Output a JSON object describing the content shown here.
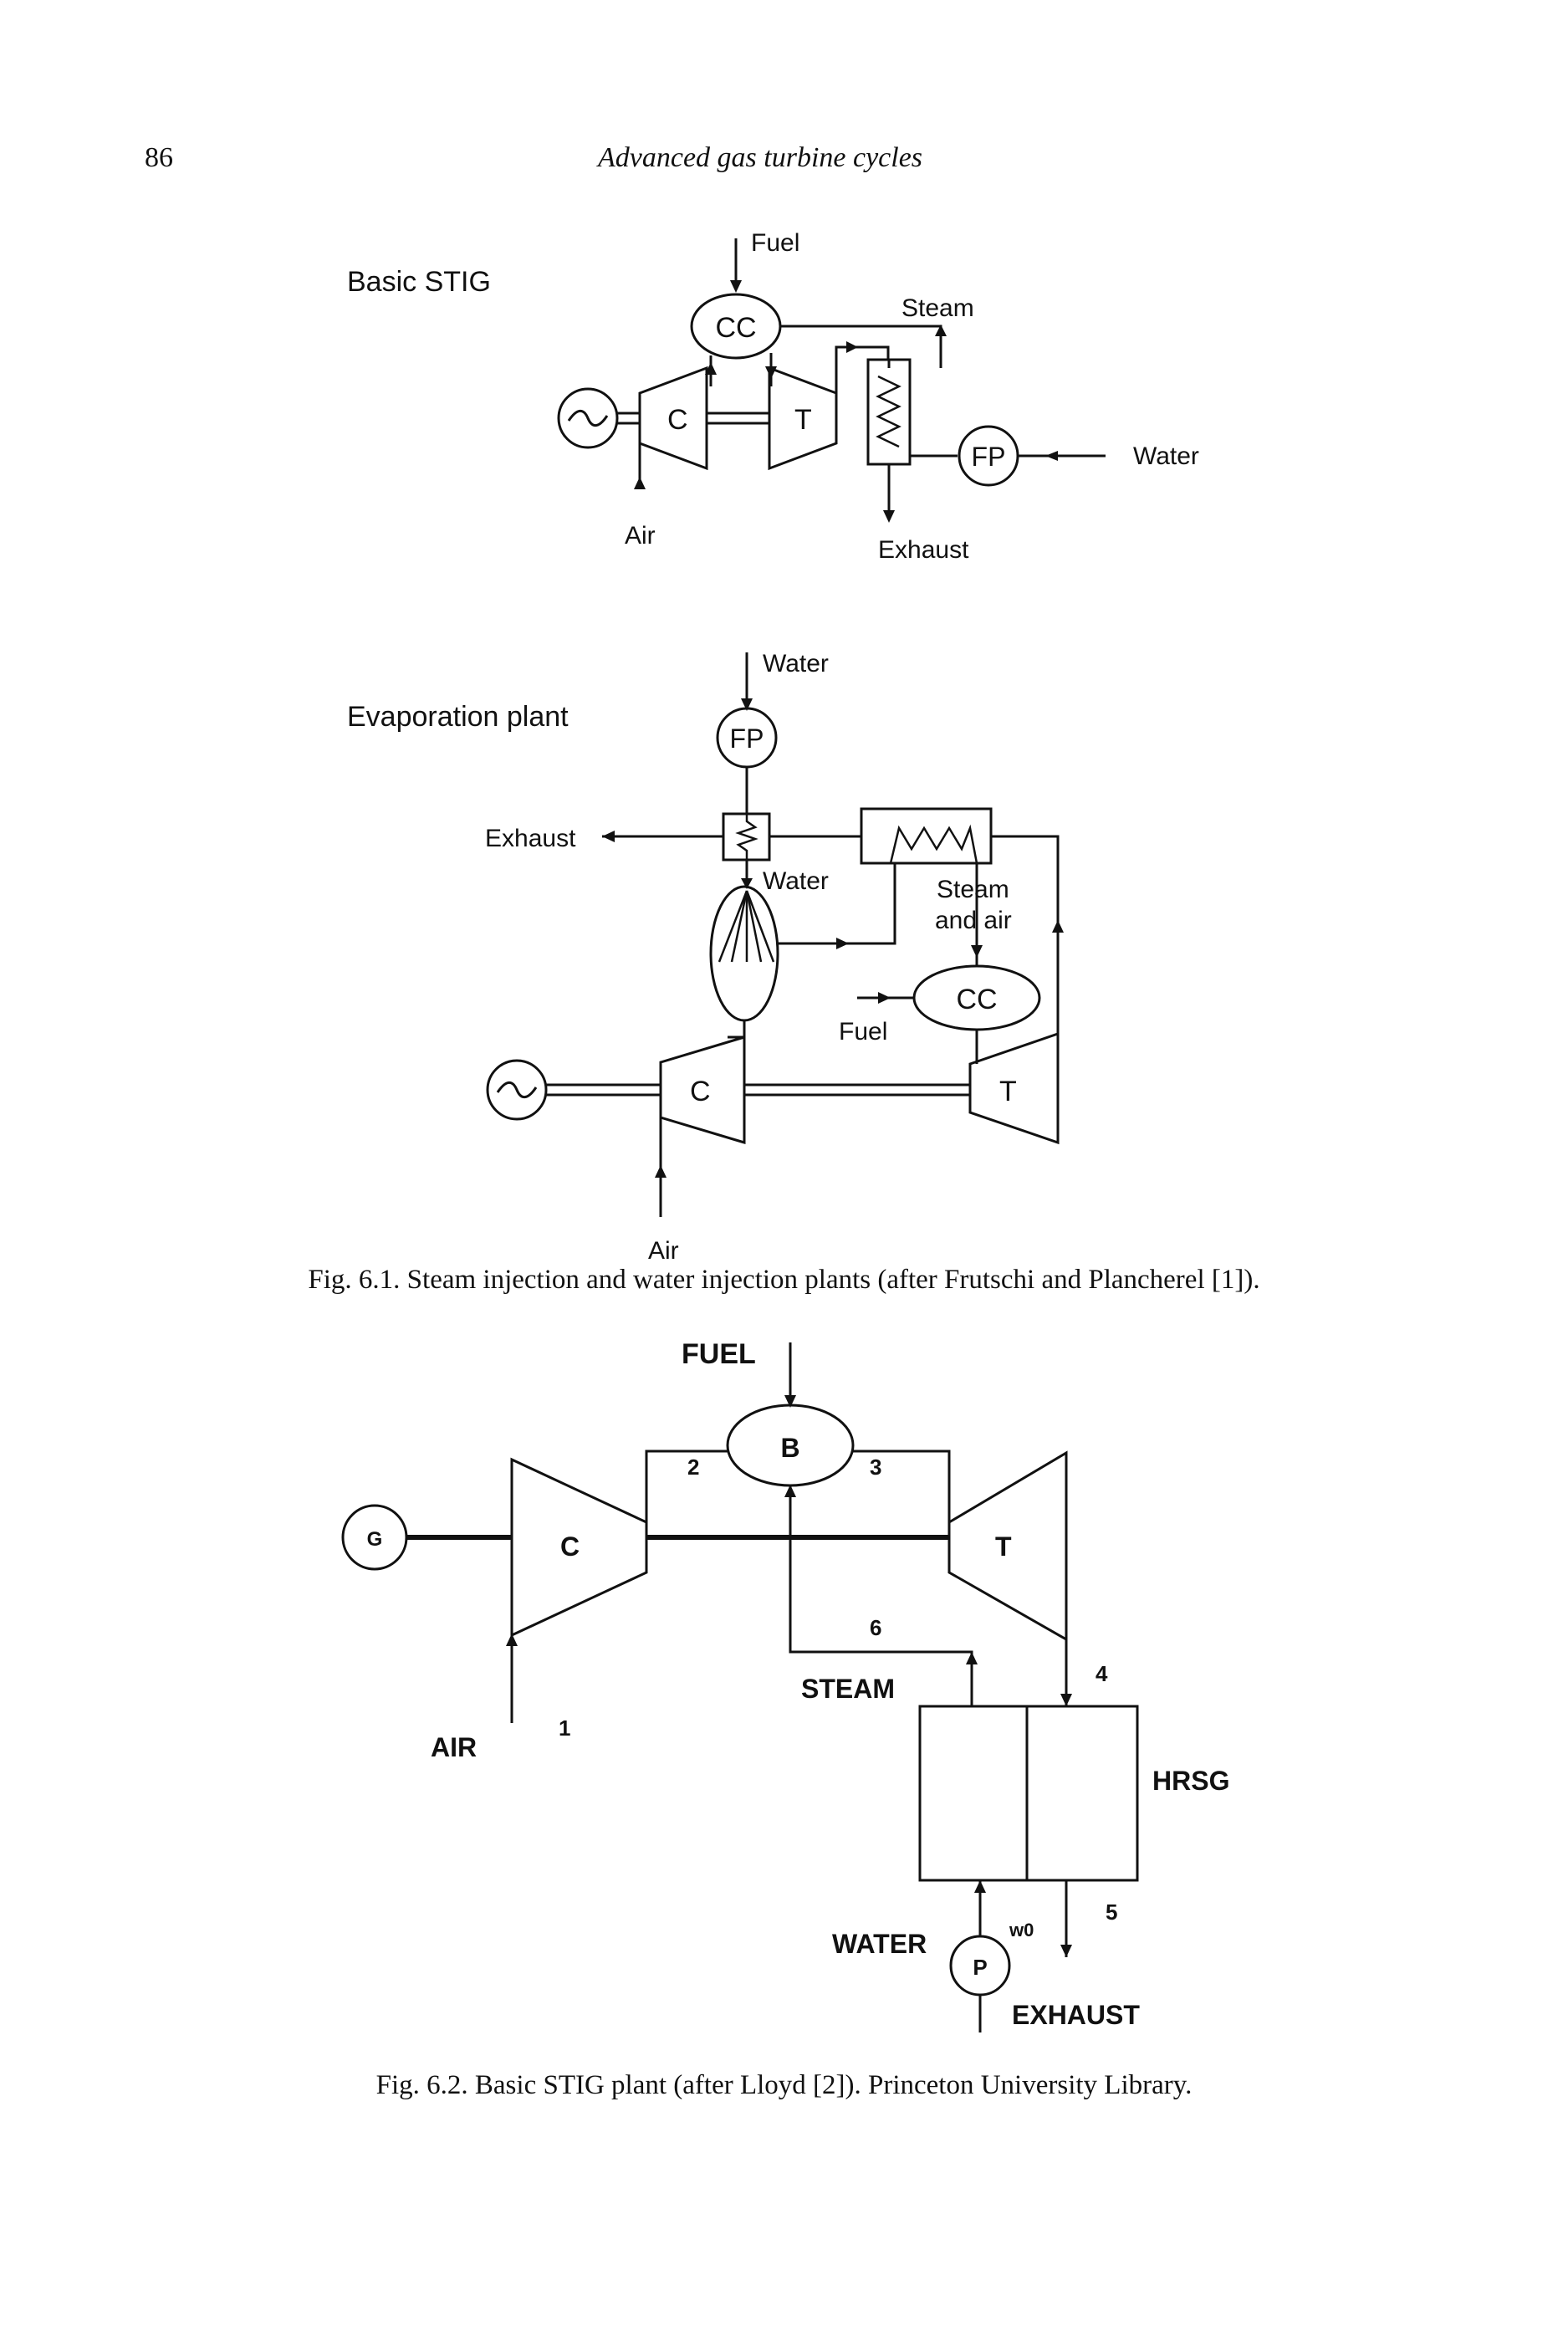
{
  "header": {
    "page_number": "86",
    "running_title": "Advanced gas turbine cycles"
  },
  "figure1": {
    "basic_stig": {
      "heading": "Basic STIG",
      "fuel": "Fuel",
      "steam": "Steam",
      "cc": "CC",
      "c": "C",
      "t": "T",
      "fp": "FP",
      "water": "Water",
      "air": "Air",
      "exhaust": "Exhaust"
    },
    "evaporation": {
      "heading": "Evaporation plant",
      "water_in": "Water",
      "fp": "FP",
      "exhaust": "Exhaust",
      "water_spray": "Water",
      "steam_air_1": "Steam",
      "steam_air_2": "and air",
      "cc": "CC",
      "fuel": "Fuel",
      "c": "C",
      "t": "T",
      "air": "Air"
    },
    "caption": "Fig. 6.1. Steam injection and water injection plants (after Frutschi and Plancherel [1])."
  },
  "figure2": {
    "fuel": "FUEL",
    "b": "B",
    "g": "G",
    "c": "C",
    "t": "T",
    "state_1": "1",
    "state_2": "2",
    "state_3": "3",
    "state_4": "4",
    "state_5": "5",
    "state_6": "6",
    "steam": "STEAM",
    "air": "AIR",
    "hrsg": "HRSG",
    "water": "WATER",
    "p": "P",
    "w0": "w0",
    "exhaust": "EXHAUST",
    "caption": "Fig. 6.2. Basic STIG plant (after Lloyd [2]). Princeton University Library."
  }
}
